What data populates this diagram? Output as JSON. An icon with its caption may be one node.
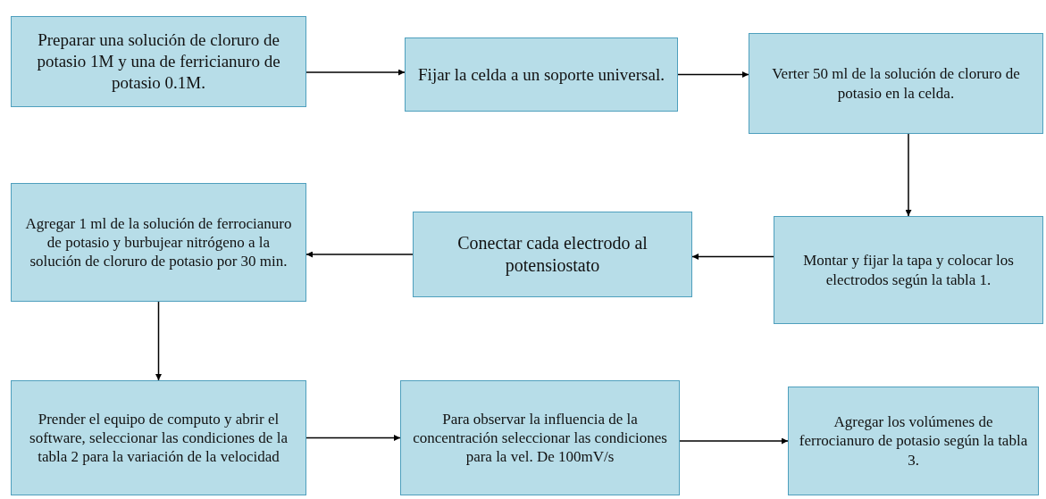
{
  "diagram": {
    "nodes": [
      {
        "text": [
          "Preparar una solución de cloruro de potasio 1M y una de ferricianuro de potasio 0.1M."
        ]
      },
      {
        "text": [
          "Fijar la celda a un soporte universal."
        ]
      },
      {
        "text": [
          "Verter 50 ml de la solución de cloruro de potasio en la celda."
        ]
      },
      {
        "text": [
          "Montar y fijar la tapa y colocar los electrodos según la tabla 1."
        ]
      },
      {
        "text": [
          "Conectar cada electrodo al potensiostato"
        ]
      },
      {
        "text": [
          "Agregar 1 ml de la solución de ferrocianuro de potasio y burbujear nitrógeno a la solución de cloruro de potasio por 30 min."
        ]
      },
      {
        "text": [
          "Prender el equipo de computo y abrir el software, seleccionar las condiciones de la tabla 2 para la variación de la velocidad"
        ]
      },
      {
        "text": [
          "Para observar la influencia de la concentración seleccionar las condiciones para la vel. De 100mV/s"
        ]
      },
      {
        "text": [
          "Agregar los volúmenes de ferrocianuro de potasio según la tabla 3."
        ]
      }
    ],
    "edges": [
      {
        "from": 0,
        "to": 1,
        "arrow": "to"
      },
      {
        "from": 1,
        "to": 2,
        "arrow": "to"
      },
      {
        "from": 2,
        "to": 3,
        "arrow": "to"
      },
      {
        "from": 3,
        "to": 4,
        "arrow": "to"
      },
      {
        "from": 4,
        "to": 5,
        "arrow": "to"
      },
      {
        "from": 5,
        "to": 6,
        "arrow": "to"
      },
      {
        "from": 6,
        "to": 7,
        "arrow": "to"
      },
      {
        "from": 7,
        "to": 8,
        "arrow": "to"
      }
    ]
  }
}
